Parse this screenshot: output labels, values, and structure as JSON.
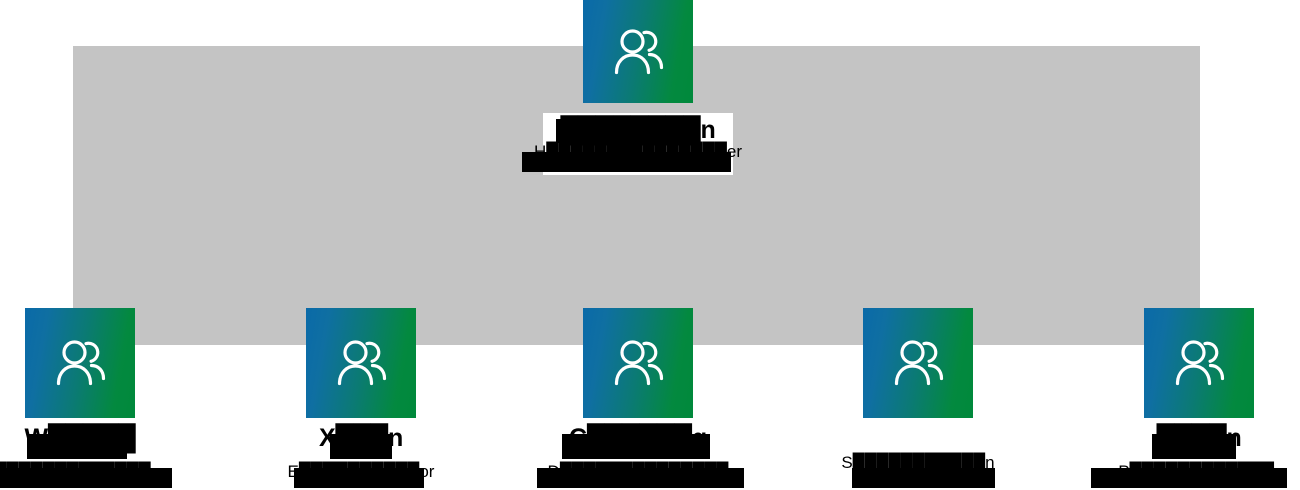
{
  "diagram": {
    "type": "organization-chart",
    "icon_name": "people-icon",
    "colors": {
      "tile_gradient_start": "#0a6aa8",
      "tile_gradient_end": "#00893b",
      "connector_band": "#c4c4c4",
      "text": "#000000",
      "background": "#ffffff",
      "redaction": "#000000"
    },
    "root": {
      "name": "████████n",
      "title": "H███████████████er",
      "redacted": true
    },
    "reports": [
      {
        "name": "W█████",
        "title": "█████████████or",
        "redacted": true
      },
      {
        "name": "X███n",
        "title": "E██████████or",
        "redacted": true
      },
      {
        "name": "C██████g",
        "title": "D██████████████",
        "redacted": true
      },
      {
        "name": "",
        "title": "S███████████n",
        "redacted": true
      },
      {
        "name": "████n",
        "title": "P████████████r",
        "redacted": true
      }
    ]
  }
}
